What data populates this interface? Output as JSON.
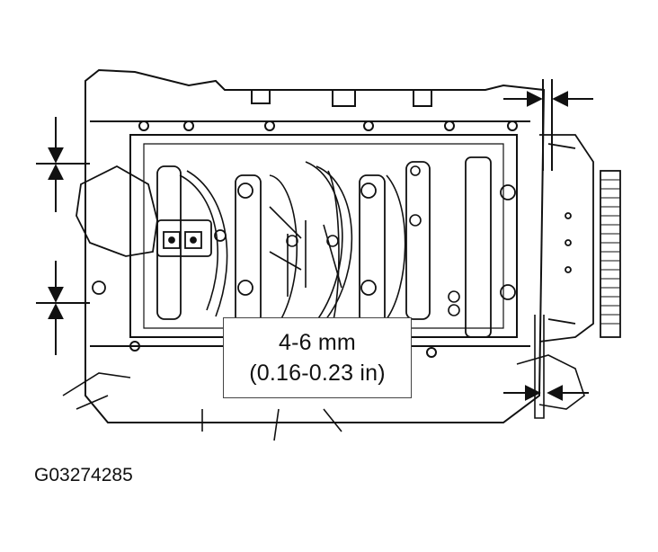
{
  "measurement": {
    "metric": "4-6 mm",
    "imperial": "(0.16-0.23 in)"
  },
  "figure_id": "G03274285",
  "colors": {
    "ink": "#111111",
    "paper": "#ffffff"
  }
}
